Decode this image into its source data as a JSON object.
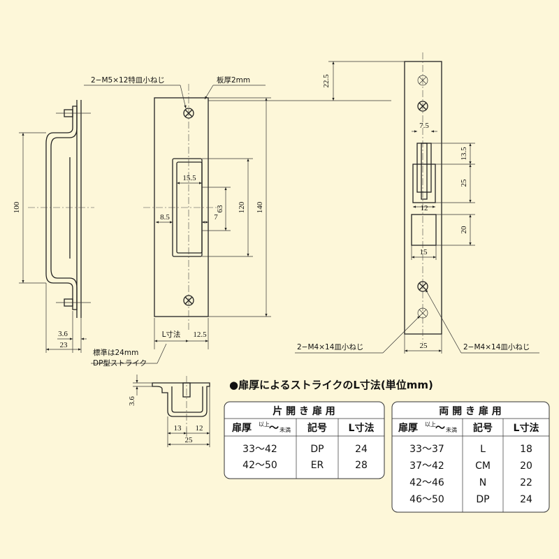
{
  "front_view": {
    "screw_label": "2−M5×12特皿小ねじ",
    "plate_thickness_label": "板厚2mm",
    "dims": {
      "w_15_5": "15.5",
      "d_63": "63",
      "d_120": "120",
      "d_140": "140",
      "w_8_5": "8.5",
      "w_7": "7",
      "l_dim": "L寸法",
      "w_12_5": "12.5"
    },
    "standard_note_line1": "標準は24mm",
    "standard_note_line2": "DP型ストライク"
  },
  "side_view": {
    "dims": {
      "h_100": "100",
      "w_3_6": "3.6",
      "w_23": "23"
    }
  },
  "bottom_view": {
    "dims": {
      "h_3_6": "3.6",
      "w_13": "13",
      "w_12": "12",
      "w_25": "25"
    }
  },
  "frame_view": {
    "dims": {
      "d_22_5": "22.5",
      "w_7_5": "7.5",
      "d_13_5": "13.5",
      "d_25": "25",
      "w_12": "12",
      "d_20": "20",
      "w_15": "15",
      "w_25": "25"
    },
    "screw_label_left": "2−M4×14皿小ねじ",
    "screw_label_right": "2−M4×14皿小ねじ"
  },
  "tables": {
    "heading": "●扉厚によるストライクのL寸法(単位mm)",
    "single": {
      "title": "片 開 き 扉 用",
      "headers": {
        "thickness": "扉厚",
        "thickness_small_top": "以上",
        "thickness_small_bottom": "未満",
        "tilde": "〜",
        "code": "記号",
        "l": "L寸法"
      },
      "rows": [
        {
          "thickness": "33〜42",
          "code": "DP",
          "l": "24"
        },
        {
          "thickness": "42〜50",
          "code": "ER",
          "l": "28"
        }
      ]
    },
    "double": {
      "title": "両 開 き 扉 用",
      "headers": {
        "thickness": "扉厚",
        "thickness_small_top": "以上",
        "thickness_small_bottom": "未満",
        "tilde": "〜",
        "code": "記号",
        "l": "L寸法"
      },
      "rows": [
        {
          "thickness": "33〜37",
          "code": "L",
          "l": "18"
        },
        {
          "thickness": "37〜42",
          "code": "CM",
          "l": "20"
        },
        {
          "thickness": "42〜46",
          "code": "N",
          "l": "22"
        },
        {
          "thickness": "46〜50",
          "code": "DP",
          "l": "24"
        }
      ]
    }
  }
}
